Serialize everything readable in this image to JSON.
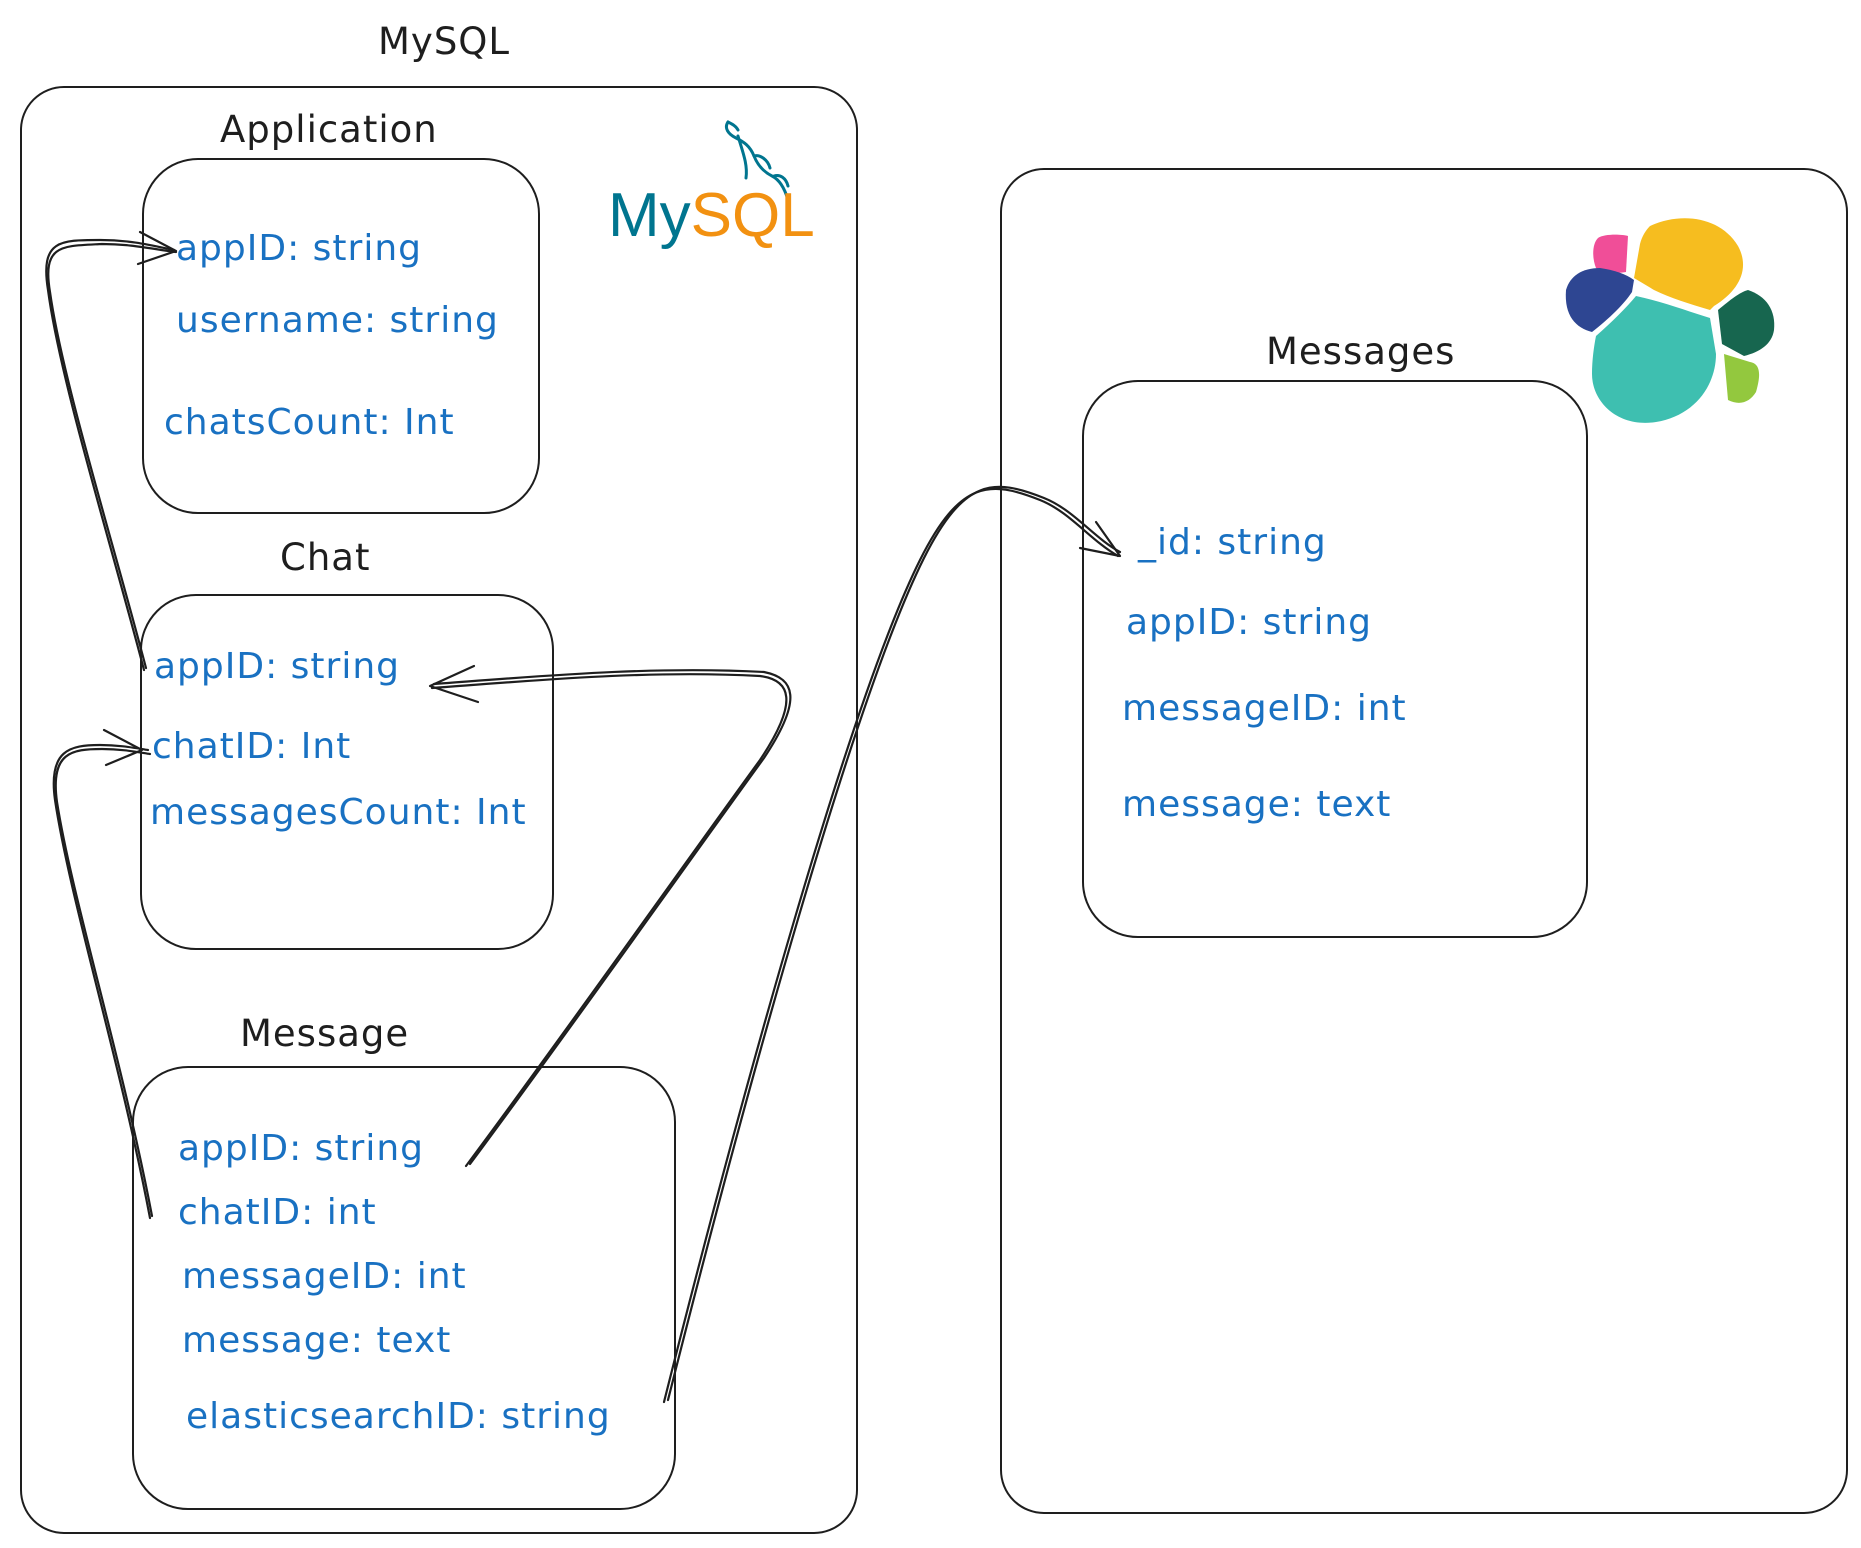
{
  "mysql": {
    "title": "MySQL",
    "logo": {
      "text_my": "My",
      "text_sql": "SQL",
      "icon": "dolphin-icon",
      "color_my": "#00758f",
      "color_sql": "#f29111"
    },
    "tables": {
      "application": {
        "title": "Application",
        "fields": [
          "appID: string",
          "username: string",
          "chatsCount: Int"
        ]
      },
      "chat": {
        "title": "Chat",
        "fields": [
          "appID: string",
          "chatID: Int",
          "messagesCount: Int"
        ]
      },
      "message": {
        "title": "Message",
        "fields": [
          "appID: string",
          "chatID: int",
          "messageID: int",
          "message: text",
          "elasticsearchID: string"
        ]
      }
    }
  },
  "elasticsearch": {
    "logo": {
      "icon": "elastic-logo-icon",
      "colors": [
        "#f04e98",
        "#fec514",
        "#343741",
        "#1ba9f5",
        "#00bfb3",
        "#93c90e",
        "#2f4fa5",
        "#17664f"
      ]
    },
    "index": {
      "title": "Messages",
      "fields": [
        "_id: string",
        "appID: string",
        "messageID: int",
        "message: text"
      ]
    }
  },
  "colors": {
    "stroke": "#1e1e1e",
    "field_text": "#1971c2"
  }
}
